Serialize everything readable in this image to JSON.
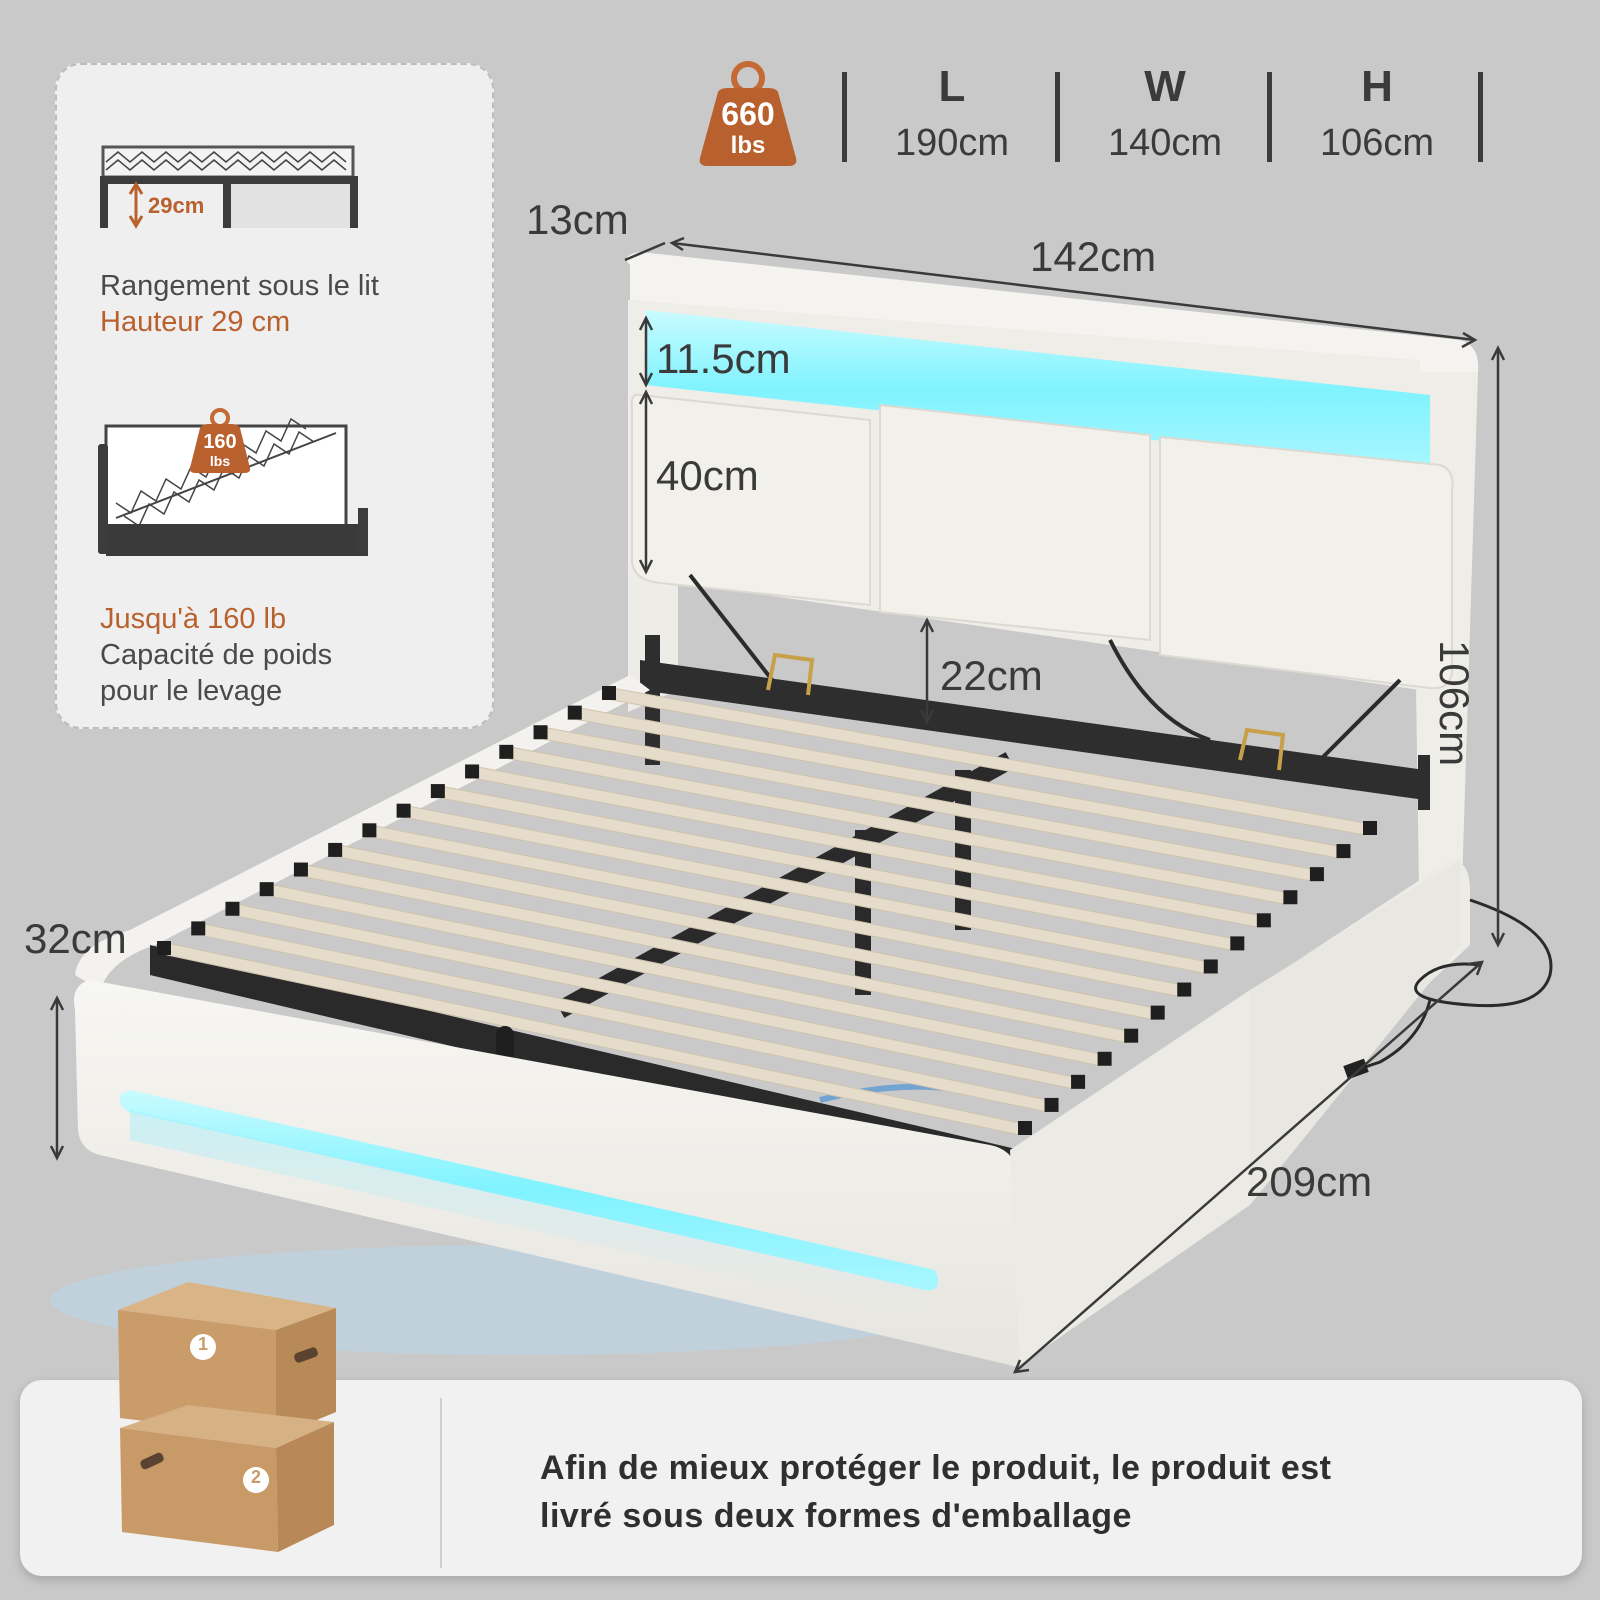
{
  "specs": {
    "weight_value": "660",
    "weight_unit": "lbs",
    "length_letter": "L",
    "length_value": "190cm",
    "width_letter": "W",
    "width_value": "140cm",
    "height_letter": "H",
    "height_value": "106cm"
  },
  "info_card": {
    "storage_height_tag": "29cm",
    "storage_title": "Rangement sous le lit",
    "storage_subtitle": "Hauteur 29 cm",
    "lift_weight_value": "160",
    "lift_weight_unit": "lbs",
    "lift_title": "Jusqu'à 160 lb",
    "lift_line1": "Capacité de poids",
    "lift_line2": "pour le levage"
  },
  "dimensions": {
    "headboard_depth": "13cm",
    "bed_width": "142cm",
    "light_strip_height": "11.5cm",
    "headboard_panel_height": "40cm",
    "headboard_gap": "22cm",
    "total_height": "106cm",
    "side_height": "32cm",
    "bed_length": "209cm"
  },
  "banner": {
    "box1_number": "1",
    "box2_number": "2",
    "line1": "Afin de mieux protéger le produit, le produit est",
    "line2": "livré sous deux formes d'emballage"
  },
  "colors": {
    "background": "#c9c9c9",
    "accent_orange": "#b9612e",
    "led_cyan": "#7ff3ff",
    "fabric_white": "#f3f1ec",
    "frame_black": "#2d2d2d",
    "slat_beige": "#e6dccb",
    "cardboard": "#c99c6a"
  }
}
